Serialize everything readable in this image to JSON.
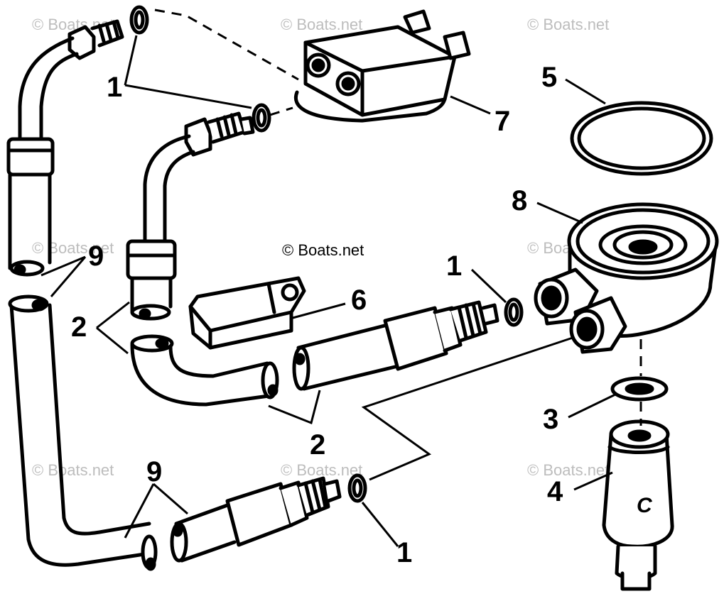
{
  "watermarks": {
    "w1": "© Boats.net",
    "w2": "© Boats.net",
    "w3": "© Boats.net",
    "w4": "© Boats.net",
    "w5": "© Boats.net",
    "w6": "© Boats.net",
    "w7": "© Boats.net",
    "w8": "© Boats.net",
    "w9": "© Boats.net"
  },
  "center_watermark": "© Boats.net",
  "filter_marking": "C",
  "callouts": {
    "c1_upper": "1",
    "c1_mid": "1",
    "c1_lower": "1",
    "c2_left": "2",
    "c2_bottom": "2",
    "c3": "3",
    "c4": "4",
    "c5": "5",
    "c6": "6",
    "c7": "7",
    "c8": "8",
    "c9_upper": "9",
    "c9_lower": "9"
  }
}
